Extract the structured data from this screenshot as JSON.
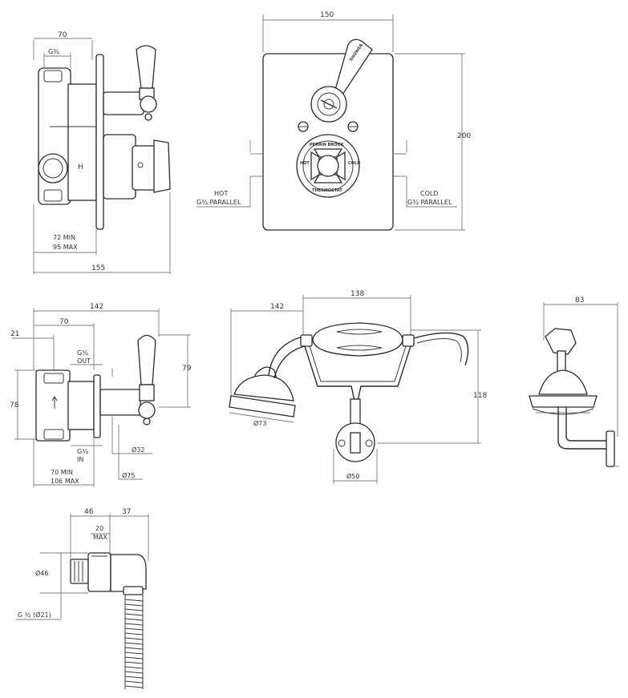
{
  "views": {
    "valve_side": {
      "dim_width": "70",
      "dim_inlet": "G¾",
      "letter": "H",
      "dim_min": "72 MIN",
      "dim_max": "95 MAX",
      "dim_total": "155"
    },
    "plate_front": {
      "dim_width": "150",
      "dim_height": "200",
      "hot_label": "HOT",
      "hot_spec": "G¾ PARALLEL",
      "cold_label": "COLD",
      "cold_spec": "G¾ PARALLEL",
      "lever_word": "SHOWER",
      "dial_top": "PERRIN BROOK",
      "dial_bottom": "THERMOSTAT",
      "dial_right": "COLD",
      "dial_left": "HOT"
    },
    "valve_section": {
      "dim_total": "142",
      "dim_70": "70",
      "dim_21": "21",
      "dim_78": "78",
      "dim_79": "79",
      "out_spec": "G¾",
      "out_label": "OUT",
      "in_spec": "G¾",
      "in_label": "IN",
      "dim_32": "Ø32",
      "dim_75": "Ø75",
      "dim_min": "70 MIN",
      "dim_max": "106 MAX"
    },
    "handset": {
      "dim_142": "142",
      "dim_138": "138",
      "dim_118": "118",
      "dim_73": "Ø73",
      "dim_50": "Ø50"
    },
    "wall_head": {
      "dim_83": "83"
    },
    "outlet_elbow": {
      "dim_46": "46",
      "dim_37": "37",
      "dim_20": "20",
      "dim_max": "MAX",
      "dim_d46": "Ø46",
      "dim_thread": "G ½ (Ø21)"
    }
  }
}
